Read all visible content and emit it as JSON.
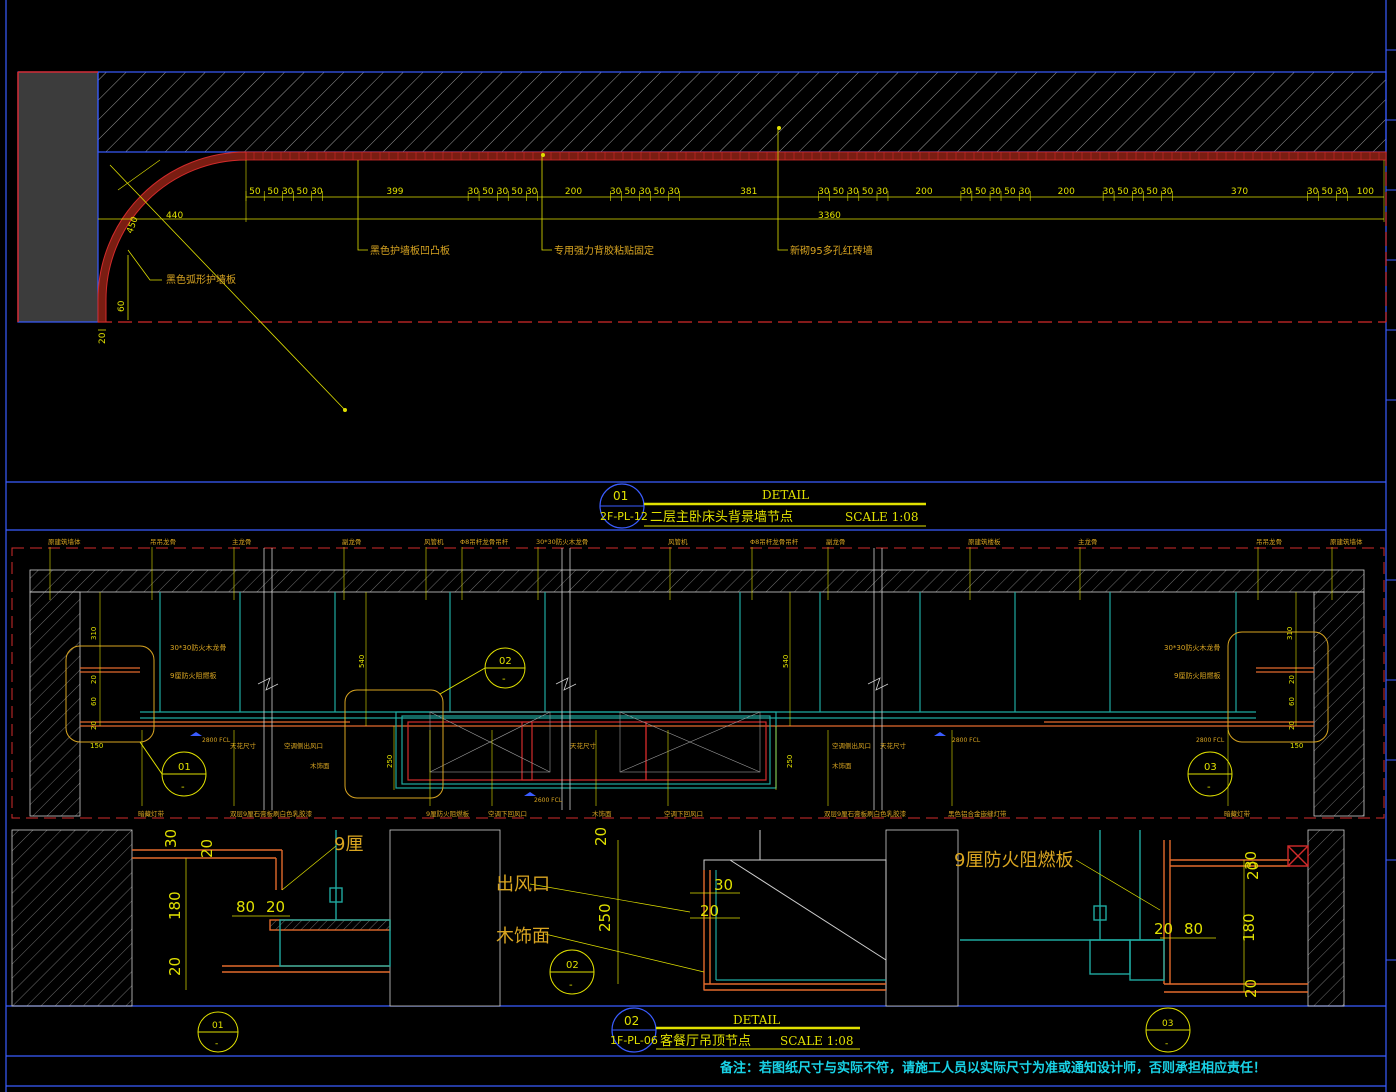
{
  "colors": {
    "frame": "#3a5cff",
    "section_red": "#d22b2b",
    "dim_yellow": "#e0e000",
    "label_gold": "#d9a521",
    "cyan_note": "#19d2e6",
    "panel_grey": "#3c3c3c",
    "orange_wood": "#e26a2c",
    "teal_line": "#1fa9a0"
  },
  "detail1": {
    "dims_top": [
      "50",
      "50",
      "30",
      "50",
      "30",
      "399",
      "30",
      "50",
      "30",
      "50",
      "30",
      "200",
      "30",
      "50",
      "30",
      "50",
      "30",
      "381",
      "30",
      "50",
      "30",
      "50",
      "30",
      "200",
      "30",
      "50",
      "30",
      "50",
      "30",
      "200",
      "30",
      "50",
      "30",
      "50",
      "30",
      "370",
      "30",
      "50",
      "30",
      "100"
    ],
    "dim_total": "3360",
    "dim_440": "440",
    "dim_60": "60",
    "dim_20": "20",
    "dim_arc": "450",
    "labels": {
      "black_panel": "黑色护墙板凹凸板",
      "glue": "专用强力背胶粘贴固定",
      "brick": "新砌95多孔红砖墙",
      "arc_panel": "黑色弧形护墙板"
    },
    "title": {
      "circle_num": "01",
      "drawing_no": "2F-PL-12",
      "detail_word": "DETAIL",
      "name": "二层主卧床头背景墙节点",
      "scale": "SCALE 1:08"
    }
  },
  "detail2": {
    "top_labels": [
      "原建筑墙体",
      "吊吊龙骨",
      "主龙骨",
      "副龙骨",
      "风管机",
      "Φ8吊杆龙骨吊杆",
      "30*30防火木龙骨",
      "风管机",
      "Φ8吊杆龙骨吊杆",
      "副龙骨",
      "原建筑楼板",
      "主龙骨",
      "吊吊龙骨",
      "原建筑墙体"
    ],
    "side_labels_left": [
      "30*30防火木龙骨",
      "9厘防火阻燃板"
    ],
    "side_labels_right": [
      "30*30防火木龙骨",
      "9厘防火阻燃板"
    ],
    "mid_labels": [
      "空调侧出风口",
      "木饰面",
      "空调侧出风口",
      "木饰面",
      "天花尺寸",
      "天花尺寸",
      "天花尺寸"
    ],
    "bottom_labels": [
      "暗藏灯带",
      "双层9厘石膏板刷白色乳胶漆",
      "9厘防火阻燃板",
      "空调下回风口",
      "木饰面",
      "空调下回风口",
      "双层9厘石膏板刷白色乳胶漆",
      "暗藏灯带",
      "黑色铝合金嵌缝灯带"
    ],
    "elev_labels": [
      "2800 FCL",
      "2800 FCL",
      "2600 FCL",
      "2800 FCL"
    ],
    "dims": [
      "310",
      "540",
      "250",
      "540",
      "250",
      "310",
      "150",
      "150",
      "20",
      "60",
      "20",
      "20",
      "60",
      "20"
    ],
    "callouts": [
      {
        "num": "01",
        "sub": "-"
      },
      {
        "num": "02",
        "sub": "-"
      },
      {
        "num": "03",
        "sub": "-"
      }
    ]
  },
  "zoom": {
    "left": {
      "label": "9厘",
      "dims": [
        "30",
        "20",
        "180",
        "20",
        "80",
        "20"
      ]
    },
    "mid": {
      "labels": [
        "出风口",
        "木饰面"
      ],
      "dims": [
        "20",
        "30",
        "20",
        "250"
      ],
      "callout": {
        "num": "02",
        "sub": "-"
      }
    },
    "right": {
      "label": "9厘防火阻燃板",
      "dims": [
        "30",
        "20",
        "180",
        "20",
        "80",
        "20"
      ]
    }
  },
  "bottom_callouts": [
    {
      "num": "01",
      "sub": "-"
    },
    {
      "num": "03",
      "sub": "-"
    }
  ],
  "detail2_title": {
    "circle_num": "02",
    "drawing_no": "1F-PL-06",
    "detail_word": "DETAIL",
    "name": "客餐厅吊顶节点",
    "scale": "SCALE 1:08"
  },
  "note": "备注：若图纸尺寸与实际不符，请施工人员以实际尺寸为准或通知设计师，否则承担相应责任！"
}
